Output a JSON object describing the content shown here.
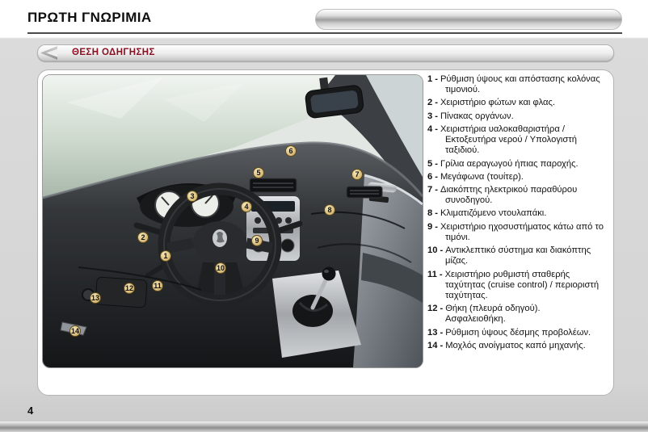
{
  "page": {
    "title": "ΠΡΩΤΗ ΓΝΩΡΙΜΙΑ",
    "section": "ΘΕΣΗ ΟΔΗΓΗΣΗΣ",
    "page_number": "4",
    "accent_color": "#8a1022"
  },
  "legend": {
    "separator": "-",
    "items": [
      {
        "num": "1",
        "text": "Ρύθμιση ύψους και απόστασης κολόνας τιμονιού."
      },
      {
        "num": "2",
        "text": "Χειριστήριο φώτων και φλας."
      },
      {
        "num": "3",
        "text": "Πίνακας οργάνων."
      },
      {
        "num": "4",
        "text": "Χειριστήρια υαλοκαθαριστήρα / Εκτοξευτήρα νερού / Υπολογιστή ταξιδιού."
      },
      {
        "num": "5",
        "text": "Γρίλια αεραγωγού ήπιας παροχής."
      },
      {
        "num": "6",
        "text": "Μεγάφωνα (τουίτερ)."
      },
      {
        "num": "7",
        "text": "Διακόπτης ηλεκτρικού παραθύρου συνοδηγού."
      },
      {
        "num": "8",
        "text": "Κλιματιζόμενο ντουλαπάκι."
      },
      {
        "num": "9",
        "text": "Χειριστήριο ηχοσυστήματος κάτω από το τιμόνι."
      },
      {
        "num": "10",
        "text": "Αντικλεπτικό σύστημα και διακόπτης μίζας."
      },
      {
        "num": "11",
        "text": "Χειριστήριο ρυθμιστή σταθερής ταχύτητας (cruise control) / περιοριστή ταχύτητας."
      },
      {
        "num": "12",
        "text": "Θήκη (πλευρά οδηγού).\nΑσφαλειοθήκη."
      },
      {
        "num": "13",
        "text": "Ρύθμιση ύψους δέσμης προβολέων."
      },
      {
        "num": "14",
        "text": "Μοχλός ανοίγματος καπό μηχανής."
      }
    ]
  }
}
